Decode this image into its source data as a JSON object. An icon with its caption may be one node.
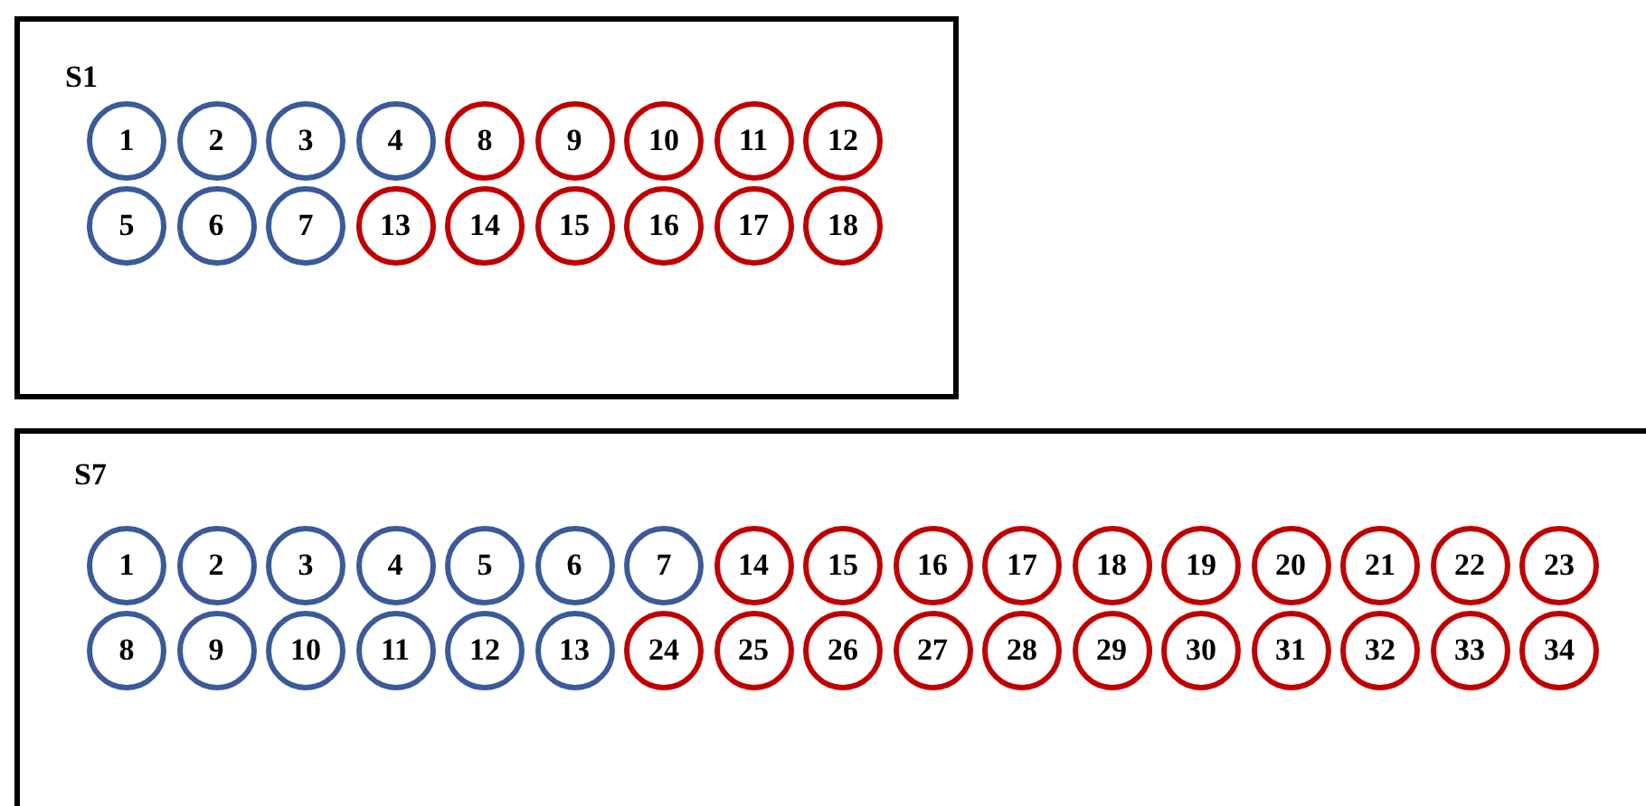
{
  "diagram": {
    "nodes": [
      {
        "text": [
          "S1"
        ]
      },
      {
        "text": [
          "1"
        ],
        "in": 0
      },
      {
        "text": [
          "2"
        ],
        "in": 0
      },
      {
        "text": [
          "3"
        ],
        "in": 0
      },
      {
        "text": [
          "4"
        ],
        "in": 0
      },
      {
        "text": [
          "8"
        ],
        "in": 0
      },
      {
        "text": [
          "9"
        ],
        "in": 0
      },
      {
        "text": [
          "10"
        ],
        "in": 0
      },
      {
        "text": [
          "11"
        ],
        "in": 0
      },
      {
        "text": [
          "12"
        ],
        "in": 0
      },
      {
        "text": [
          "5"
        ],
        "in": 0
      },
      {
        "text": [
          "6"
        ],
        "in": 0
      },
      {
        "text": [
          "7"
        ],
        "in": 0
      },
      {
        "text": [
          "13"
        ],
        "in": 0
      },
      {
        "text": [
          "14"
        ],
        "in": 0
      },
      {
        "text": [
          "15"
        ],
        "in": 0
      },
      {
        "text": [
          "16"
        ],
        "in": 0
      },
      {
        "text": [
          "17"
        ],
        "in": 0
      },
      {
        "text": [
          "18"
        ],
        "in": 0
      },
      {
        "text": [
          "S7"
        ]
      },
      {
        "text": [
          "1"
        ],
        "in": 19
      },
      {
        "text": [
          "2"
        ],
        "in": 19
      },
      {
        "text": [
          "3"
        ],
        "in": 19
      },
      {
        "text": [
          "4"
        ],
        "in": 19
      },
      {
        "text": [
          "5"
        ],
        "in": 19
      },
      {
        "text": [
          "6"
        ],
        "in": 19
      },
      {
        "text": [
          "7"
        ],
        "in": 19
      },
      {
        "text": [
          "14"
        ],
        "in": 19
      },
      {
        "text": [
          "15"
        ],
        "in": 19
      },
      {
        "text": [
          "16"
        ],
        "in": 19
      },
      {
        "text": [
          "17"
        ],
        "in": 19
      },
      {
        "text": [
          "18"
        ],
        "in": 19
      },
      {
        "text": [
          "19"
        ],
        "in": 19
      },
      {
        "text": [
          "20"
        ],
        "in": 19
      },
      {
        "text": [
          "21"
        ],
        "in": 19
      },
      {
        "text": [
          "22"
        ],
        "in": 19
      },
      {
        "text": [
          "23"
        ],
        "in": 19
      },
      {
        "text": [
          "8"
        ],
        "in": 19
      },
      {
        "text": [
          "9"
        ],
        "in": 19
      },
      {
        "text": [
          "10"
        ],
        "in": 19
      },
      {
        "text": [
          "11"
        ],
        "in": 19
      },
      {
        "text": [
          "12"
        ],
        "in": 19
      },
      {
        "text": [
          "13"
        ],
        "in": 19
      },
      {
        "text": [
          "24"
        ],
        "in": 19
      },
      {
        "text": [
          "25"
        ],
        "in": 19
      },
      {
        "text": [
          "26"
        ],
        "in": 19
      },
      {
        "text": [
          "27"
        ],
        "in": 19
      },
      {
        "text": [
          "28"
        ],
        "in": 19
      },
      {
        "text": [
          "29"
        ],
        "in": 19
      },
      {
        "text": [
          "30"
        ],
        "in": 19
      },
      {
        "text": [
          "31"
        ],
        "in": 19
      },
      {
        "text": [
          "32"
        ],
        "in": 19
      },
      {
        "text": [
          "33"
        ],
        "in": 19
      },
      {
        "text": [
          "34"
        ],
        "in": 19
      }
    ],
    "edges": []
  }
}
